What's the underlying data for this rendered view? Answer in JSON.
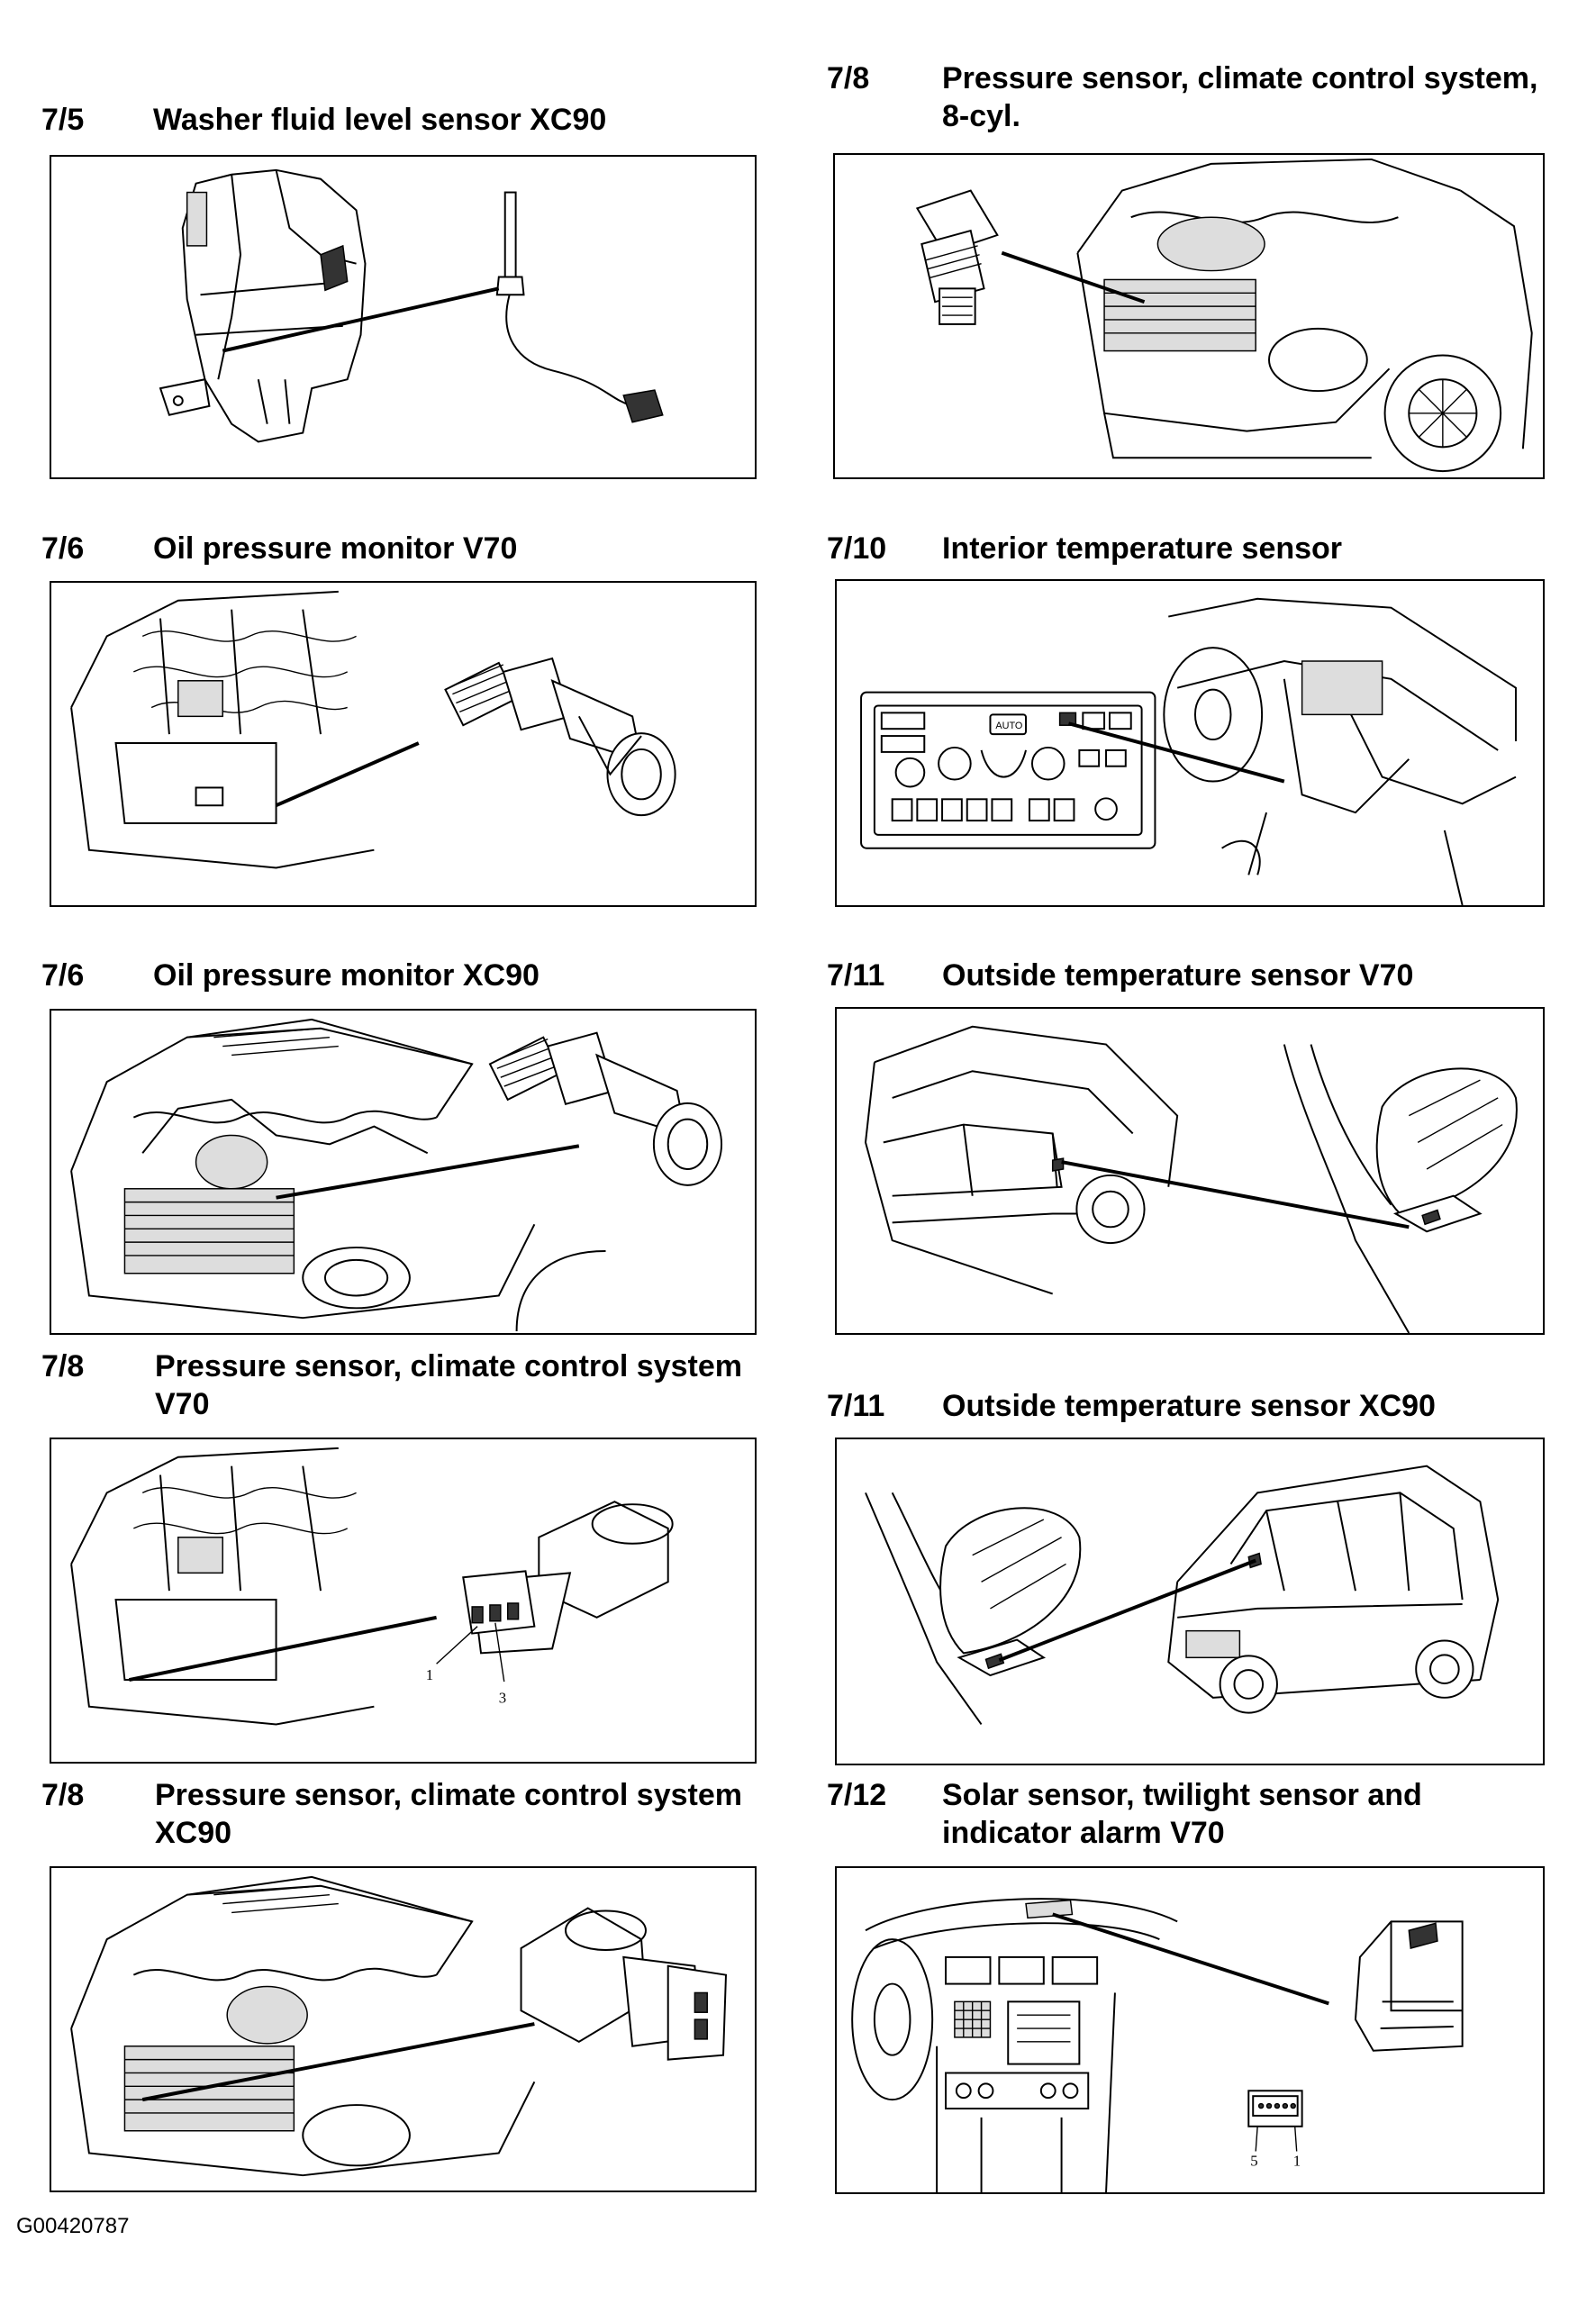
{
  "sections": [
    {
      "num": "7/5",
      "title": "Washer fluid level sensor XC90"
    },
    {
      "num": "7/6",
      "title": "Oil pressure monitor V70"
    },
    {
      "num": "7/6",
      "title": "Oil pressure monitor XC90"
    },
    {
      "num": "7/8",
      "title": "Pressure sensor, climate control system V70",
      "pins": [
        "1",
        "3"
      ]
    },
    {
      "num": "7/8",
      "title": "Pressure sensor, climate control system XC90"
    },
    {
      "num": "7/8",
      "title": "Pressure sensor, climate control system, 8-cyl."
    },
    {
      "num": "7/10",
      "title": "Interior temperature sensor",
      "panel_label": "AUTO"
    },
    {
      "num": "7/11",
      "title": "Outside temperature sensor V70"
    },
    {
      "num": "7/11",
      "title": "Outside temperature sensor XC90"
    },
    {
      "num": "7/12",
      "title": "Solar sensor, twilight sensor and indicator alarm V70",
      "pins": [
        "5",
        "1"
      ]
    }
  ],
  "figure_code": "G00420787"
}
